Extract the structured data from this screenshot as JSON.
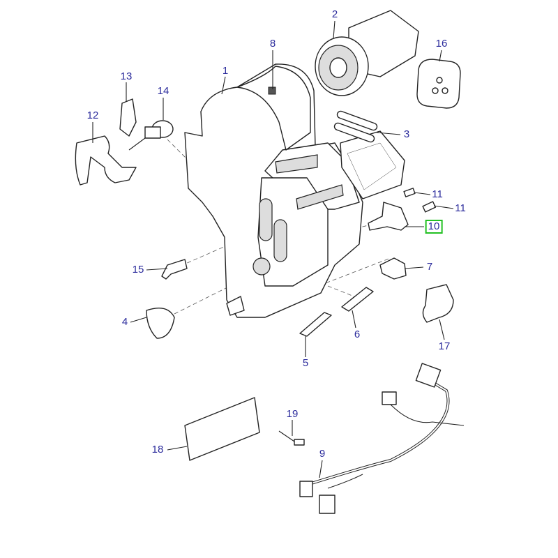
{
  "diagram": {
    "callouts": [
      {
        "id": "1",
        "label": "1"
      },
      {
        "id": "2",
        "label": "2"
      },
      {
        "id": "3",
        "label": "3"
      },
      {
        "id": "4",
        "label": "4"
      },
      {
        "id": "5",
        "label": "5"
      },
      {
        "id": "6",
        "label": "6"
      },
      {
        "id": "7",
        "label": "7"
      },
      {
        "id": "8",
        "label": "8"
      },
      {
        "id": "9",
        "label": "9"
      },
      {
        "id": "10",
        "label": "10"
      },
      {
        "id": "11a",
        "label": "11"
      },
      {
        "id": "11b",
        "label": "11"
      },
      {
        "id": "12",
        "label": "12"
      },
      {
        "id": "13",
        "label": "13"
      },
      {
        "id": "14",
        "label": "14"
      },
      {
        "id": "15",
        "label": "15"
      },
      {
        "id": "16",
        "label": "16"
      },
      {
        "id": "17",
        "label": "17"
      },
      {
        "id": "18",
        "label": "18"
      },
      {
        "id": "19",
        "label": "19"
      }
    ],
    "selected": "10",
    "colors": {
      "label": "#2b2b9c",
      "highlight": "#22c022",
      "line": "#222222"
    }
  }
}
